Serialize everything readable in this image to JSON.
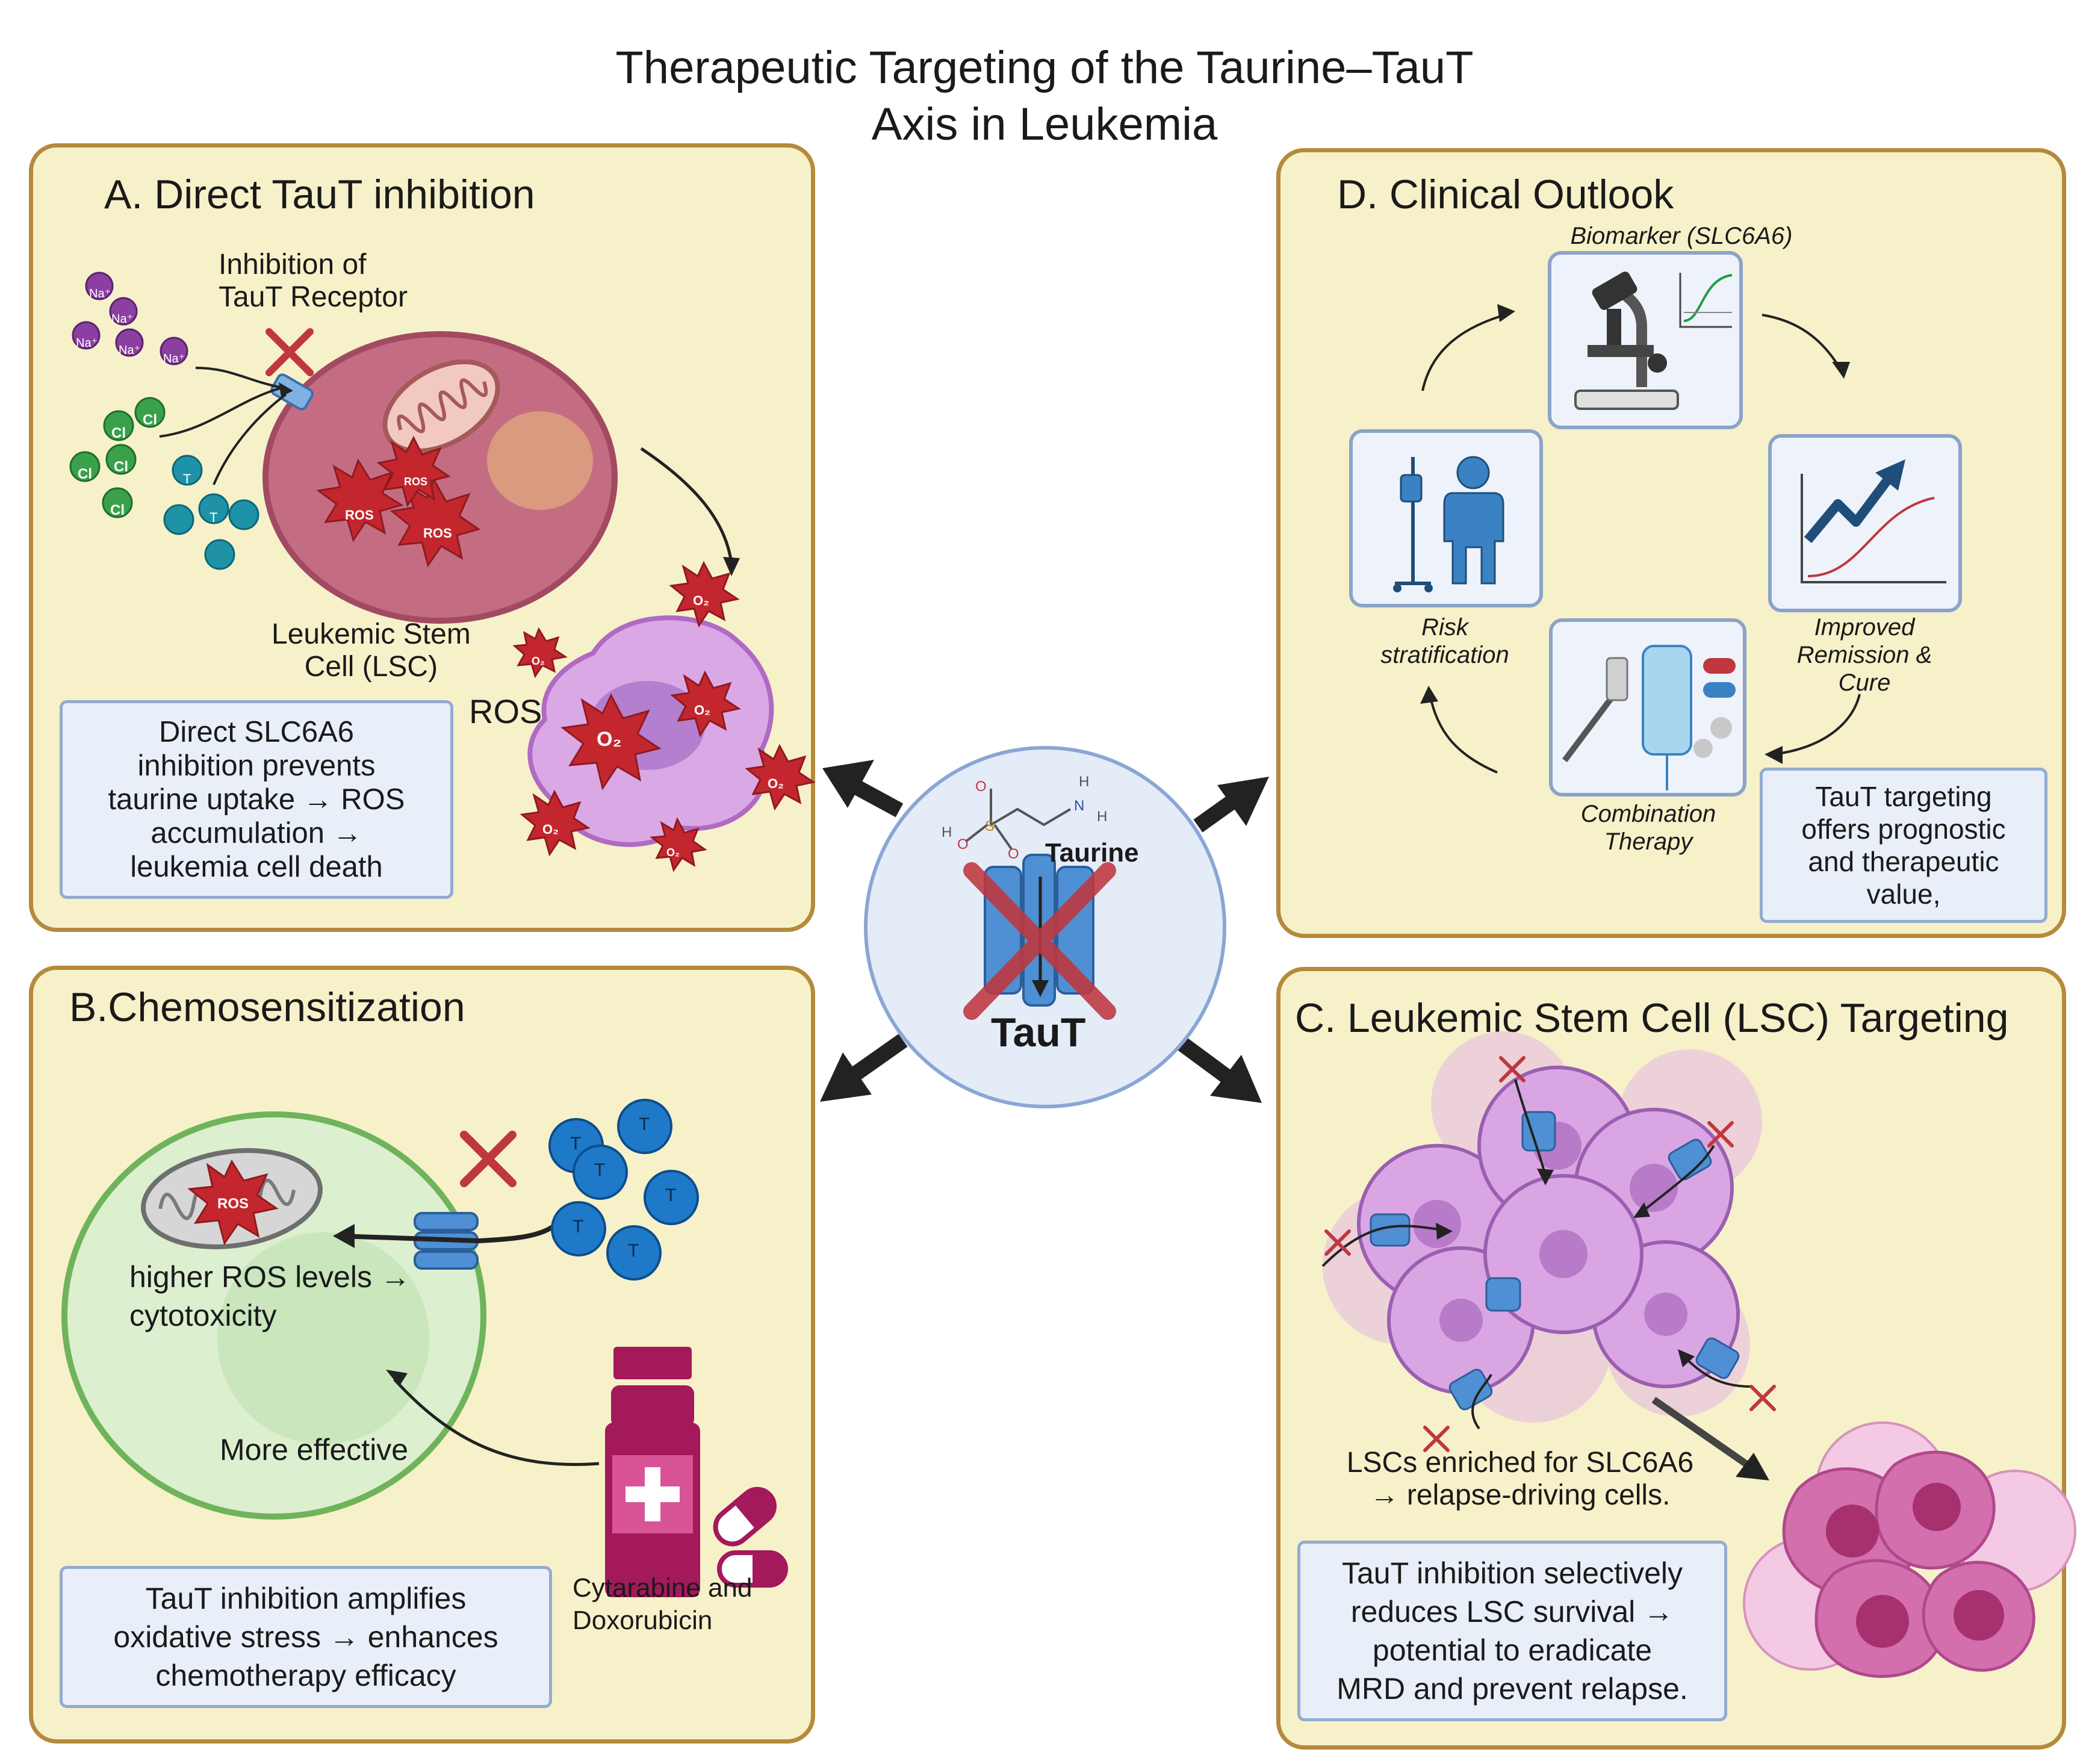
{
  "title": {
    "line1": "Therapeutic Targeting of the Taurine–TauT",
    "line2": "Axis in Leukemia"
  },
  "center": {
    "molecule_label": "Taurine",
    "transporter_label": "TauT"
  },
  "panelA": {
    "title": "A. Direct TauT inhibition",
    "inhibition_label_1": "Inhibition of",
    "inhibition_label_2": "TauT Receptor",
    "lsc_label_1": "Leukemic Stem",
    "lsc_label_2": "Cell (LSC)",
    "ros_label": "ROS",
    "ion_na": "Na⁺",
    "ion_cl": "Cl",
    "ion_t": "T",
    "ros_burst": "ROS",
    "o2_burst": "O₂",
    "box": [
      "Direct SLC6A6",
      "inhibition prevents",
      "taurine uptake → ROS",
      "accumulation →",
      "leukemia cell death"
    ]
  },
  "panelB": {
    "title": "B.Chemosensitization",
    "ros_levels_1": "higher ROS levels →",
    "ros_levels_2": "cytotoxicity",
    "more_effective": "More effective",
    "drugs_1": "Cytarabine and",
    "drugs_2": "Doxorubicin",
    "taurine_symbol": "T",
    "ros_burst": "ROS",
    "box": [
      "TauT inhibition amplifies",
      "oxidative stress → enhances",
      "chemotherapy efficacy"
    ]
  },
  "panelC": {
    "title": "C. Leukemic Stem Cell (LSC) Targeting",
    "caption_1": "LSCs enriched for SLC6A6",
    "caption_2": "→ relapse-driving cells.",
    "box": [
      "TauT inhibition selectively",
      "reduces LSC survival →",
      "potential to eradicate",
      "MRD and prevent relapse."
    ]
  },
  "panelD": {
    "title": "D. Clinical Outlook",
    "biomarker": "Biomarker (SLC6A6)",
    "risk_1": "Risk",
    "risk_2": "stratification",
    "remission_1": "Improved",
    "remission_2": "Remission &",
    "remission_3": "Cure",
    "combo_1": "Combination",
    "combo_2": "Therapy",
    "box": [
      "TauT targeting",
      "offers prognostic",
      "and therapeutic",
      "value,"
    ]
  },
  "colors": {
    "panel_fill": "#f6f1c9",
    "panel_border": "#b58a3c",
    "info_fill": "#e9eff8",
    "info_border": "#93abd1",
    "cross_red": "#c0373f",
    "transporter_blue": "#4f8fd3"
  }
}
